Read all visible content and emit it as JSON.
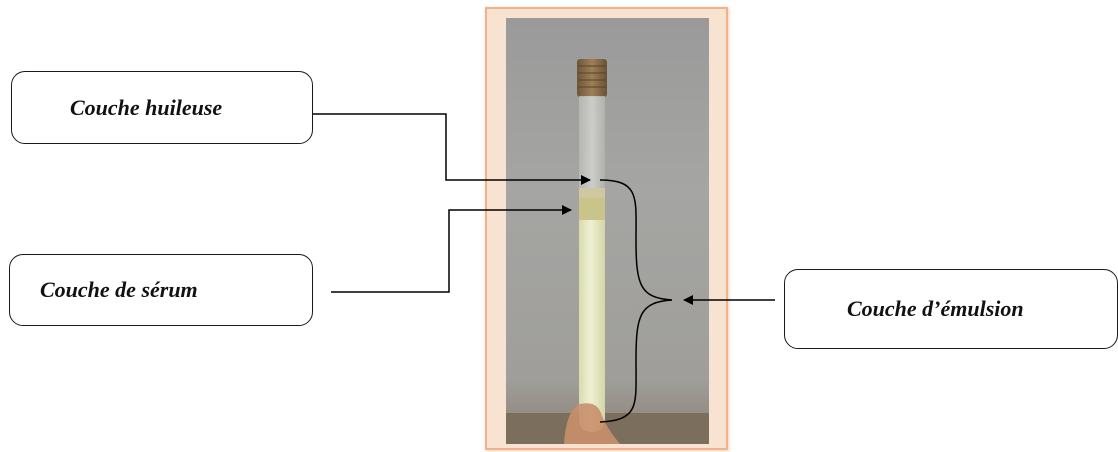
{
  "labels": {
    "oil_layer": "Couche huileuse",
    "serum_layer": "Couche de sérum",
    "emulsion_layer": "Couche d’émulsion"
  },
  "colors": {
    "frame_border": "#f4b183",
    "frame_background": "#f8e3d2",
    "connector": "#000000",
    "emulsion_fill": "#e9ecc9",
    "cap": "#8a7050"
  }
}
